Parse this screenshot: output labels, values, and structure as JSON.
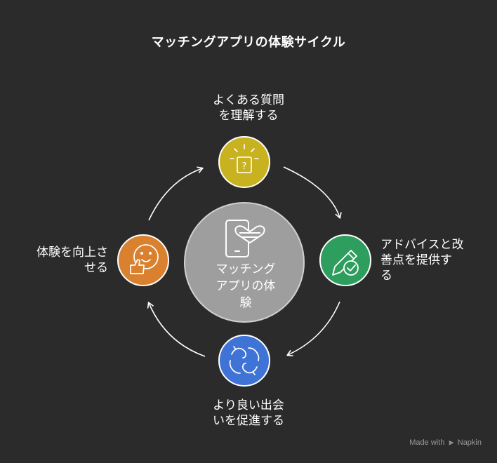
{
  "title": "マッチングアプリの体験サイクル",
  "center": {
    "lines": [
      "マッチング",
      "アプリの体",
      "験"
    ]
  },
  "nodes": [
    {
      "id": "top",
      "lines": [
        "よくある質問",
        "を理解する"
      ],
      "color": "#c9b21f",
      "icon": "question-box-icon"
    },
    {
      "id": "right",
      "lines": [
        "アドバイスと改",
        "善点を提供す",
        "る"
      ],
      "color": "#2e9e5e",
      "icon": "pencil-check-icon"
    },
    {
      "id": "bottom",
      "lines": [
        "より良い出会",
        "いを促進する"
      ],
      "color": "#3f74d6",
      "icon": "handshake-icon"
    },
    {
      "id": "left",
      "lines": [
        "体験を向上さ",
        "せる"
      ],
      "color": "#d9812e",
      "icon": "thumbs-up-smile-icon"
    }
  ],
  "colors": {
    "background": "#2b2b2b",
    "center_fill": "#9e9e9e",
    "arrow": "#ffffff"
  },
  "watermark": {
    "prefix": "Made with",
    "brand": "Napkin"
  }
}
